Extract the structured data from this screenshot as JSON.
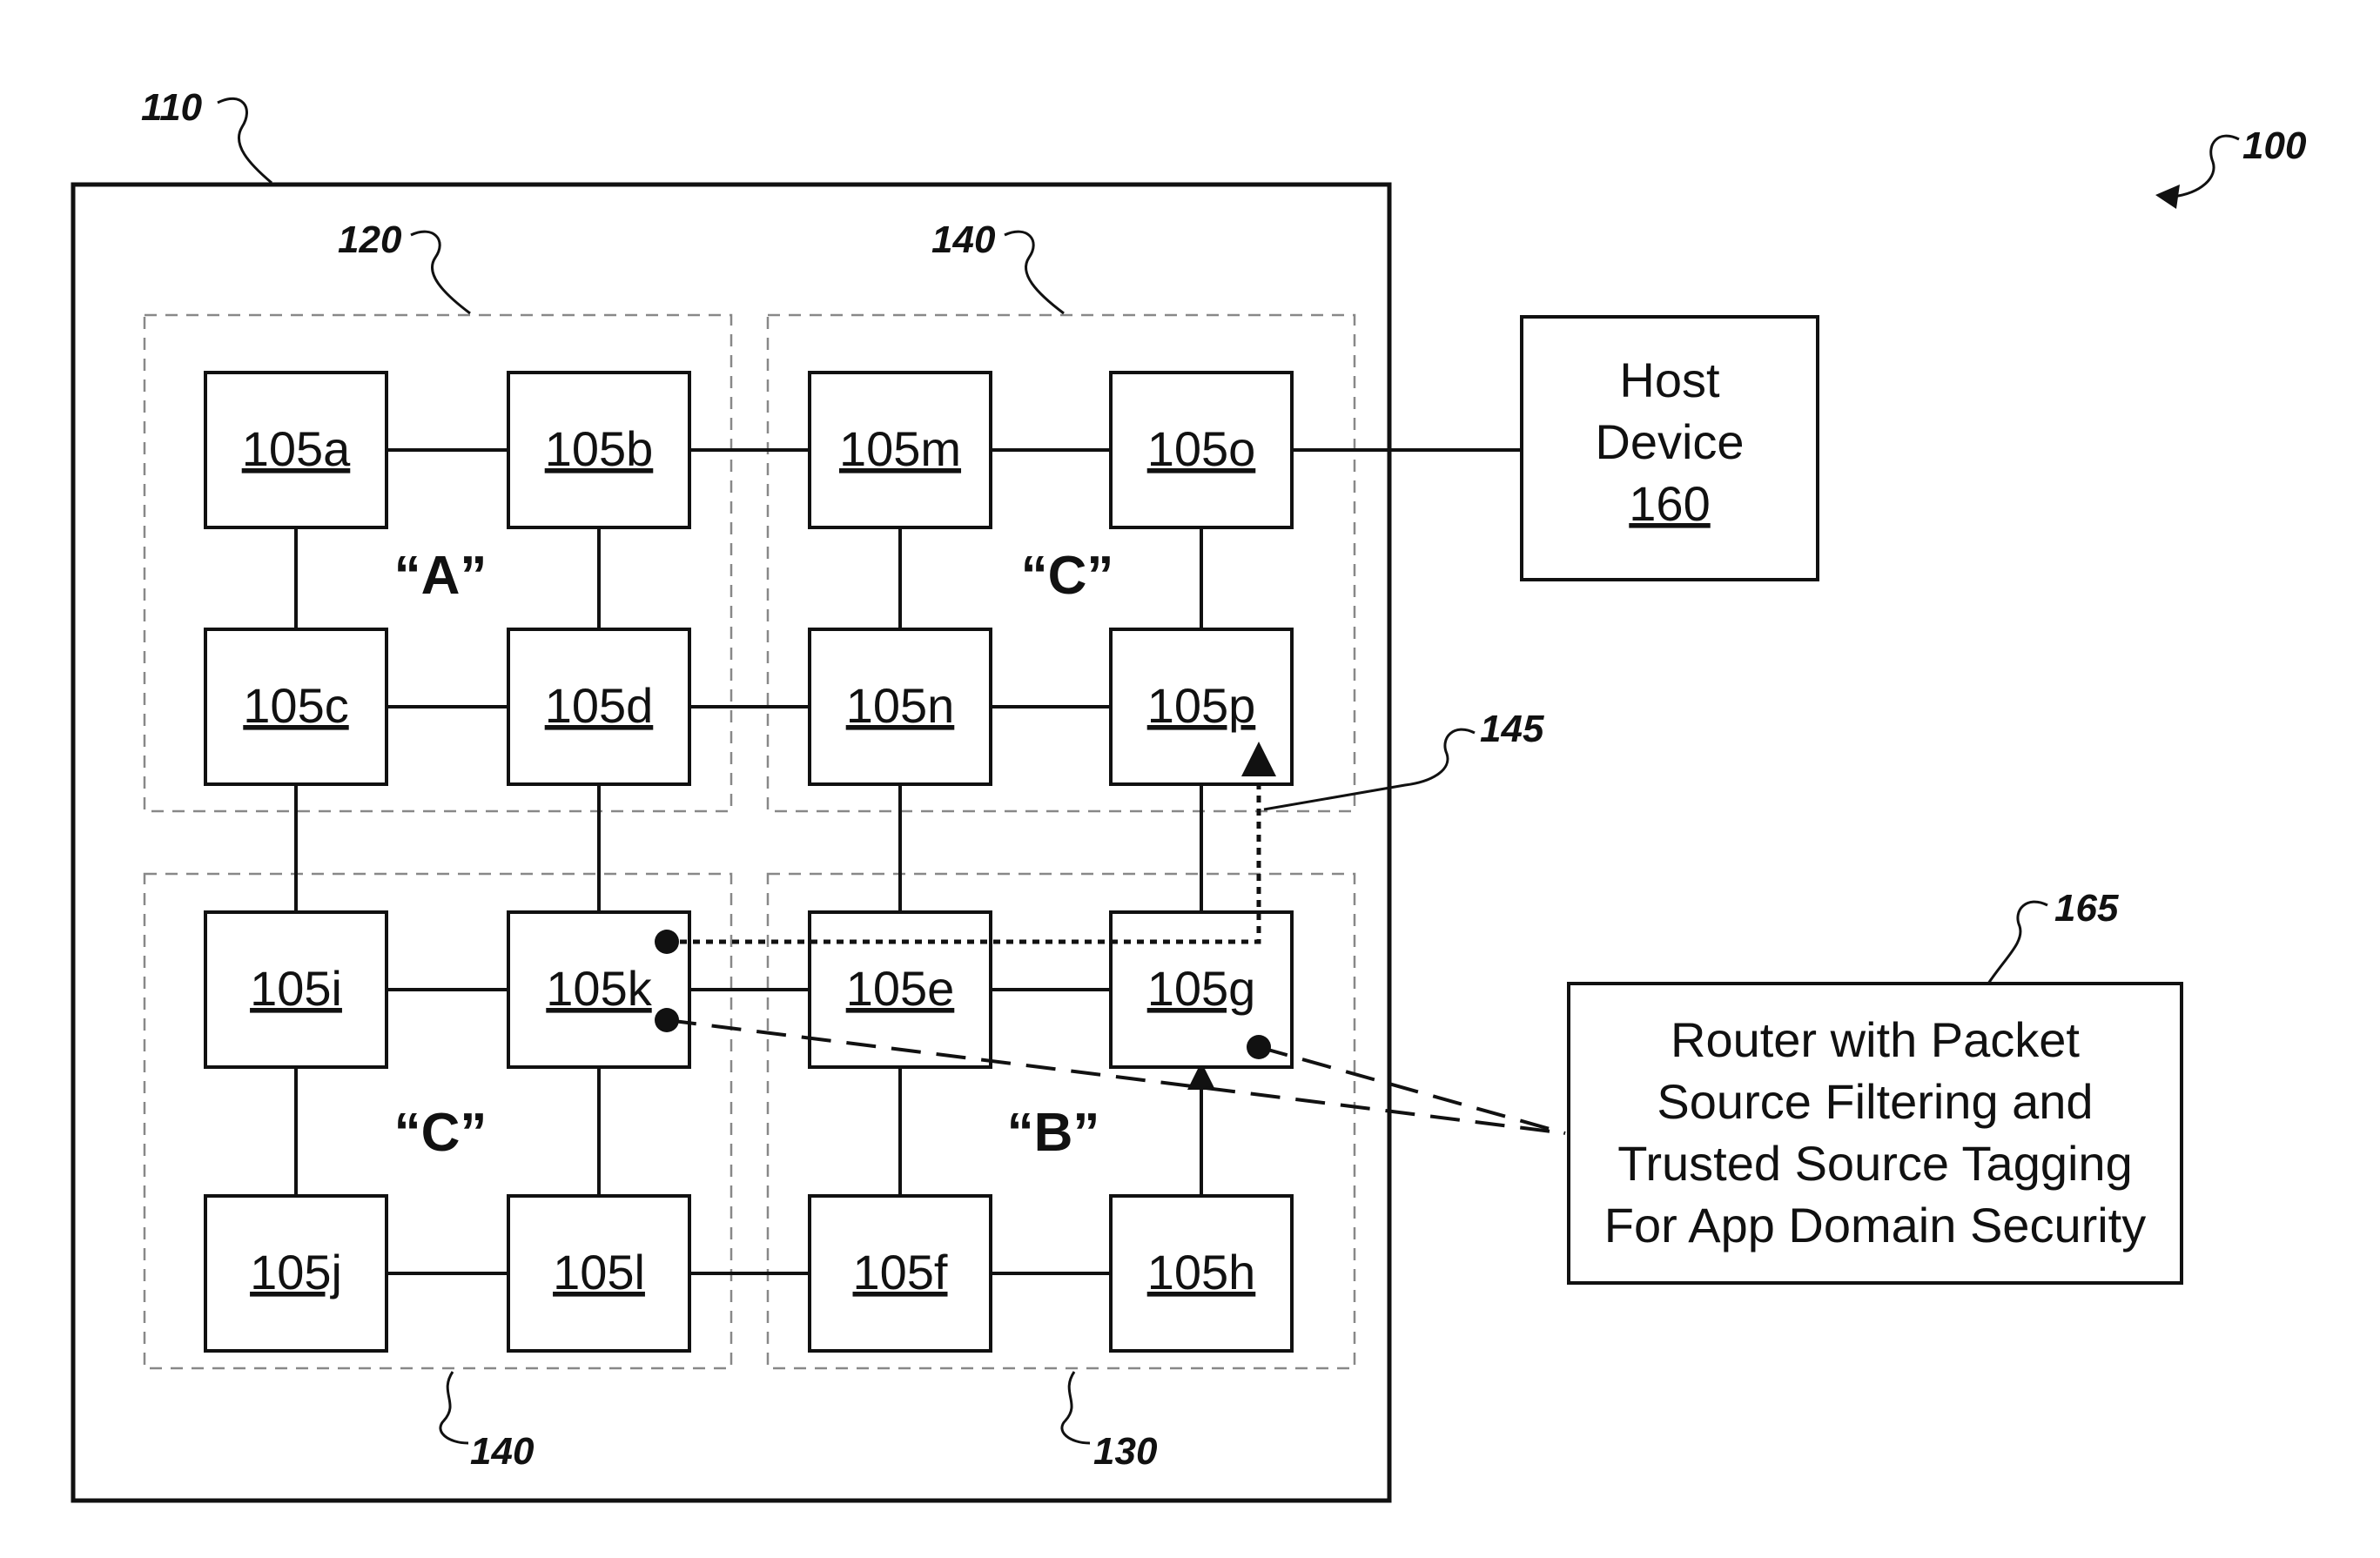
{
  "figure": {
    "system_label": "100",
    "chip_label": "110",
    "group_labels": {
      "top_left": "120",
      "top_right": "140",
      "bottom_left": "140",
      "bottom_right": "130"
    },
    "path_label": "145",
    "router_ref_label": "165",
    "region_letters": {
      "top_left": "“A”",
      "top_right": "“C”",
      "bottom_left": "“C”",
      "bottom_right": "“B”"
    }
  },
  "nodes": {
    "a": "105a",
    "b": "105b",
    "m": "105m",
    "o": "105o",
    "c": "105c",
    "d": "105d",
    "n": "105n",
    "p": "105p",
    "i": "105i",
    "k": "105k",
    "e": "105e",
    "g": "105g",
    "j": "105j",
    "l": "105l",
    "f": "105f",
    "h": "105h"
  },
  "host": {
    "line1": "Host",
    "line2": "Device",
    "ref": "160"
  },
  "router": {
    "line1": "Router with Packet",
    "line2": "Source Filtering and",
    "line3": "Trusted Source Tagging",
    "line4": "For App Domain Security"
  }
}
